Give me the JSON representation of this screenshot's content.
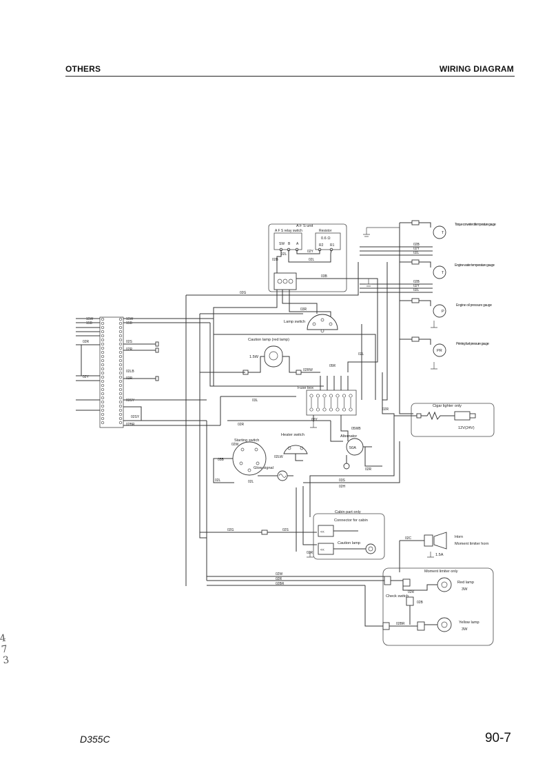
{
  "header": {
    "left": "OTHERS",
    "right": "WIRING DIAGRAM"
  },
  "footer": {
    "model": "D355C",
    "page": "90-7"
  },
  "margin_note": {
    "lines": [
      "4",
      "7",
      "3"
    ]
  },
  "components": {
    "afs_unit": "A F S unit",
    "afs_relay": "A F S relay switch",
    "resistor": "Resistor",
    "resistor_value": "0.6 Ω",
    "torque_gauge": "Torque converter oil temperature gauge",
    "water_gauge": "Engine water temperature gauge",
    "oil_pressure_gauge": "Engine oil pressure gauge",
    "fuel_gauge": "Priming fuel pressure gauge",
    "lamp_switch": "Lamp switch",
    "caution_lamp_red": "Caution lamp (red lamp)",
    "fuse_box": "Fuse box",
    "cigar_lighter": "Cigar lighter only",
    "starting_switch": "Starting switch",
    "heater_switch": "Heater switch",
    "glow_signal": "Glow signal",
    "alternator": "Alternator",
    "alternator_value": "50A",
    "cabin_part": "Cabin part only",
    "cabin_connector": "Connector for cabin",
    "caution_lamp": "Caution lamp",
    "horn": "Horn",
    "moment_limiter_horn": "Moment limiter horn",
    "moment_limiter": "Moment limiter only",
    "red_lamp": "Red lamp",
    "yellow_lamp": "Yellow lamp",
    "check_switch": "Check switch",
    "lamp_rating": "3W",
    "caution_rating": "1.5W",
    "cigar_rating": "12V(24V)",
    "horn_rating": "1.5A"
  },
  "terminals": {
    "sw": "SW",
    "b": "B",
    "a": "A",
    "r2": "R2",
    "r1": "R1",
    "t": "T",
    "p": "P",
    "pr": "PR"
  },
  "wires": {
    "w15w": "15W",
    "w15b": "15B",
    "w02r": "02R",
    "w02s": "02S",
    "w02y": "02Y",
    "w02l": "02L",
    "w02b": "02B",
    "w03b": "03B",
    "w02g": "02G",
    "w03r": "03R",
    "w05r": "05R",
    "w03l": "03L",
    "w02lb": "02LB",
    "w02rw": "02RW",
    "w03y": "03Y",
    "w02br": "02BR",
    "w02w": "02W",
    "w05b": "05B",
    "w05wb": "05WB",
    "w02lw": "02LW",
    "w03s": "03S",
    "w02h": "02H",
    "w02c": "02C",
    "w03g": "03G",
    "w03sy": "03SY",
    "w02sy": "02SY",
    "w02g2": "02G",
    "w05w": "05W",
    "w05b2": "05B",
    "w02r2": "02R"
  },
  "colors": {
    "ink": "#222222",
    "paper": "#ffffff"
  }
}
